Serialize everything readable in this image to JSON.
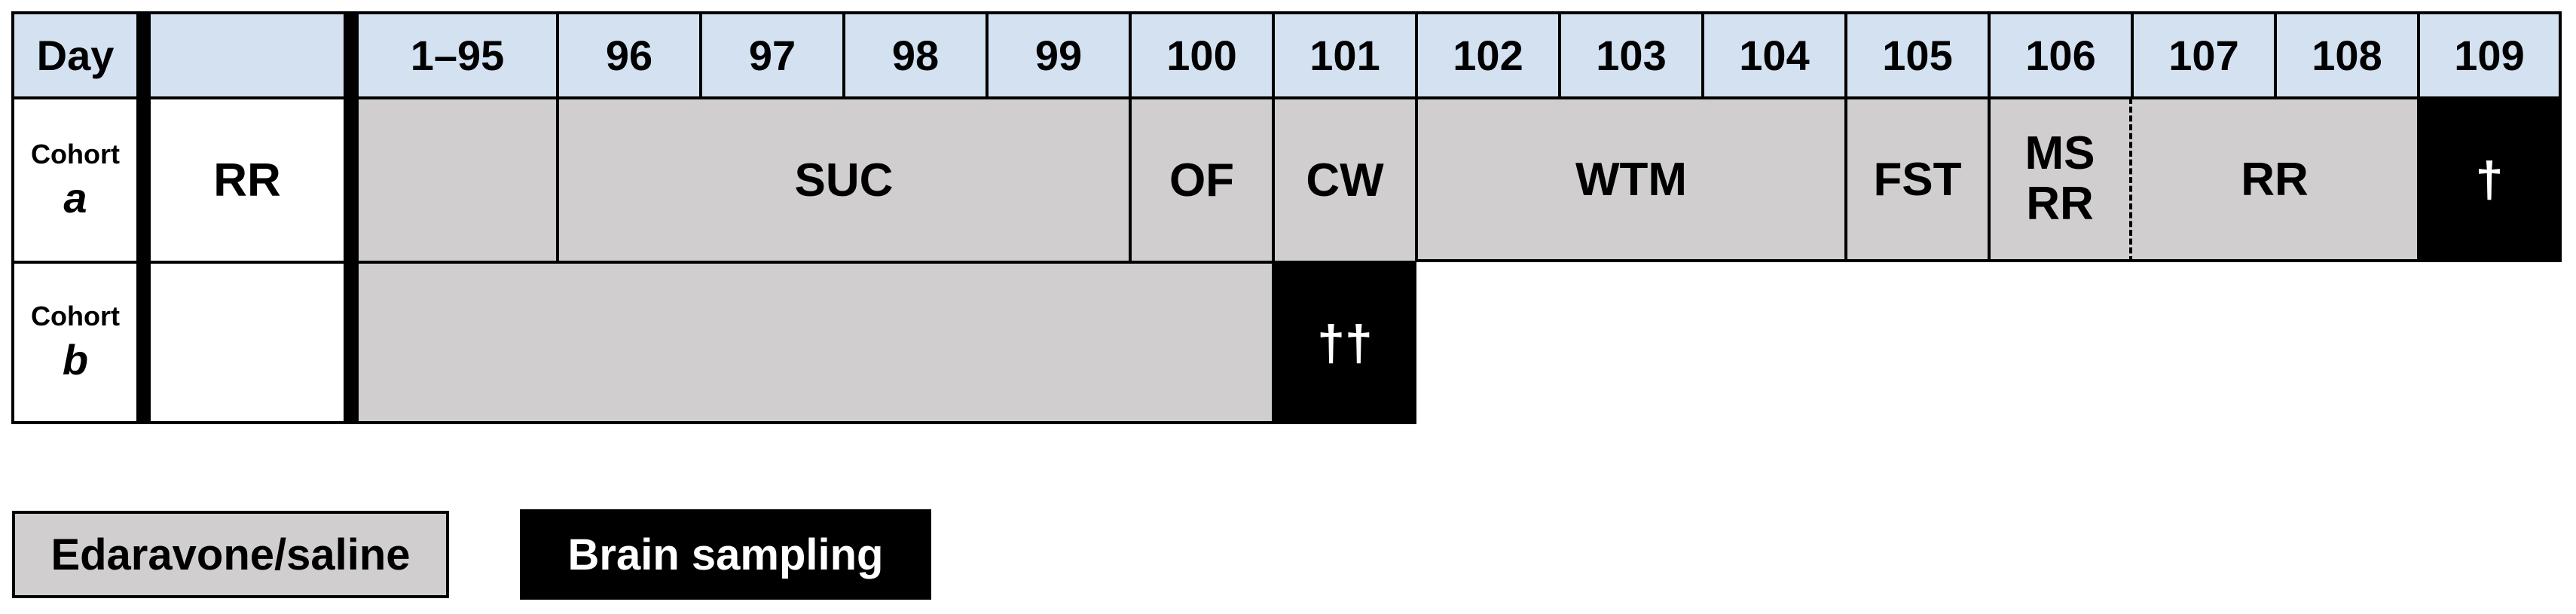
{
  "table": {
    "header": {
      "day_label": "Day",
      "blank": "",
      "days": [
        "1–95",
        "96",
        "97",
        "98",
        "99",
        "100",
        "101",
        "102",
        "103",
        "104",
        "105",
        "106",
        "107",
        "108",
        "109"
      ]
    },
    "cohort_a": {
      "label_top": "Cohort",
      "label_letter": "a",
      "rr": "RR",
      "pre_block": "",
      "suc": "SUC",
      "of": "OF",
      "cw": "CW",
      "wtm": "WTM",
      "fst": "FST",
      "ms_rr": "MS\nRR",
      "rr2": "RR",
      "sacrifice": "†"
    },
    "cohort_b": {
      "label_top": "Cohort",
      "label_letter": "b",
      "blank": "",
      "treatment_block": "",
      "sacrifice": "††"
    }
  },
  "legend": {
    "edaravone": "Edaravone/saline",
    "brain": "Brain sampling"
  },
  "colors": {
    "header_blue": "#d3e1f1",
    "treatment_gray": "#d0cece",
    "sampling_black": "#000000"
  }
}
